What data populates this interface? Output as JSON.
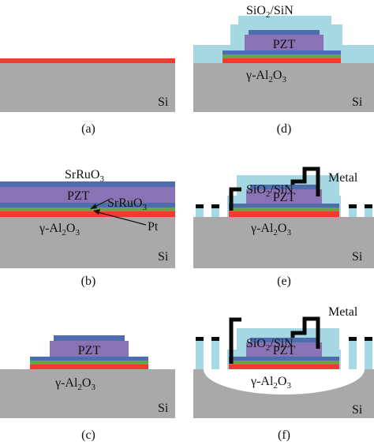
{
  "colors": {
    "si": "#aaa9aa",
    "oxide": "#a5d8e3",
    "pzt": "#8a73b4",
    "srruo3": "#4e6dae",
    "pt": "#6ba34b",
    "al2o3": "#f23a30",
    "metal": "#0a0a0a",
    "cavity": "#ffffff"
  },
  "panels": {
    "a": {
      "caption": "(a)",
      "si": "Si"
    },
    "b": {
      "caption": "(b)",
      "si": "Si",
      "srruo3_top": "SrRuO",
      "srruo3_top_sub": "3",
      "pzt": "PZT",
      "srruo3_bottom": "SrRuO",
      "srruo3_bottom_sub": "3",
      "al2o3": "γ-Al",
      "al2o3_sub1": "2",
      "al2o3_mid": "O",
      "al2o3_sub2": "3",
      "pt": "Pt"
    },
    "c": {
      "caption": "(c)",
      "si": "Si",
      "pzt": "PZT",
      "al2o3": "γ-Al",
      "al2o3_sub1": "2",
      "al2o3_mid": "O",
      "al2o3_sub2": "3"
    },
    "d": {
      "caption": "(d)",
      "si": "Si",
      "oxide": "SiO",
      "oxide_sub": "2",
      "oxide_rest": "/SiN",
      "pzt": "PZT",
      "al2o3": "γ-Al",
      "al2o3_sub1": "2",
      "al2o3_mid": "O",
      "al2o3_sub2": "3"
    },
    "e": {
      "caption": "(e)",
      "si": "Si",
      "oxide": "SiO",
      "oxide_sub": "2",
      "oxide_rest": "/SiN",
      "metal": "Metal",
      "pzt": "PZT",
      "al2o3": "γ-Al",
      "al2o3_sub1": "2",
      "al2o3_mid": "O",
      "al2o3_sub2": "3"
    },
    "f": {
      "caption": "(f)",
      "si": "Si",
      "oxide": "SiO",
      "oxide_sub": "2",
      "oxide_rest": "/SiN",
      "metal": "Metal",
      "pzt": "PZT",
      "al2o3": "γ-Al",
      "al2o3_sub1": "2",
      "al2o3_mid": "O",
      "al2o3_sub2": "3"
    }
  }
}
